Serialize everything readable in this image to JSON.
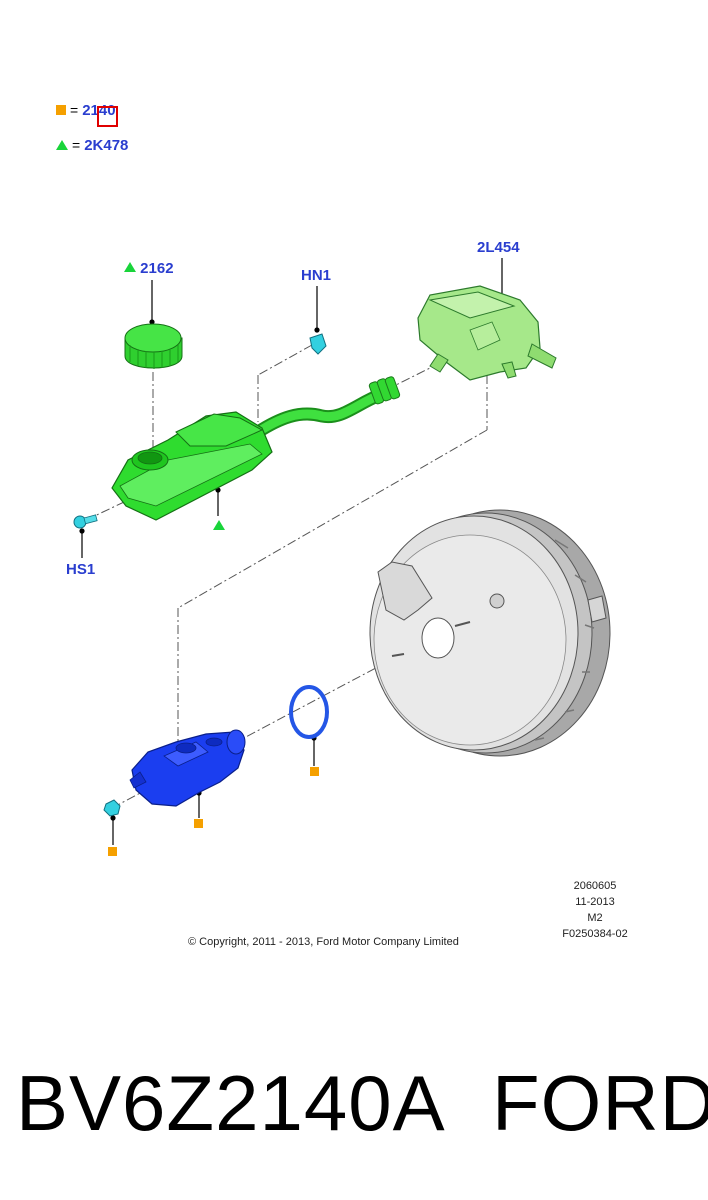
{
  "legend": [
    {
      "marker": "square",
      "color": "#f5a000",
      "equals": "=",
      "code": "2140"
    },
    {
      "marker": "triangle",
      "color": "#19d43a",
      "equals": "=",
      "code": "2K478"
    }
  ],
  "callouts": {
    "cap": "2162",
    "clip": "HN1",
    "reservoir": "2L454",
    "screw": "HS1"
  },
  "drawing_info": {
    "line1": "2060605",
    "line2": "11-2013",
    "line3": "M2",
    "line4": "F0250384-02"
  },
  "copyright": "© Copyright, 2011 - 2013, Ford Motor Company Limited",
  "footer": {
    "part_number": "BV6Z2140A",
    "brand": "FORD"
  },
  "colors": {
    "link": "#2a3ecf",
    "square_marker": "#f5a000",
    "triangle_marker": "#19d43a",
    "reservoir_green": "#2fdc2f",
    "tank_green": "#a6e88a",
    "master_cylinder_blue": "#1b3ef0",
    "booster_gray": "#d8d8d8",
    "seal_blue": "#2456e6",
    "fastener_cyan": "#33d0e0",
    "selection_box": "#e00000"
  }
}
